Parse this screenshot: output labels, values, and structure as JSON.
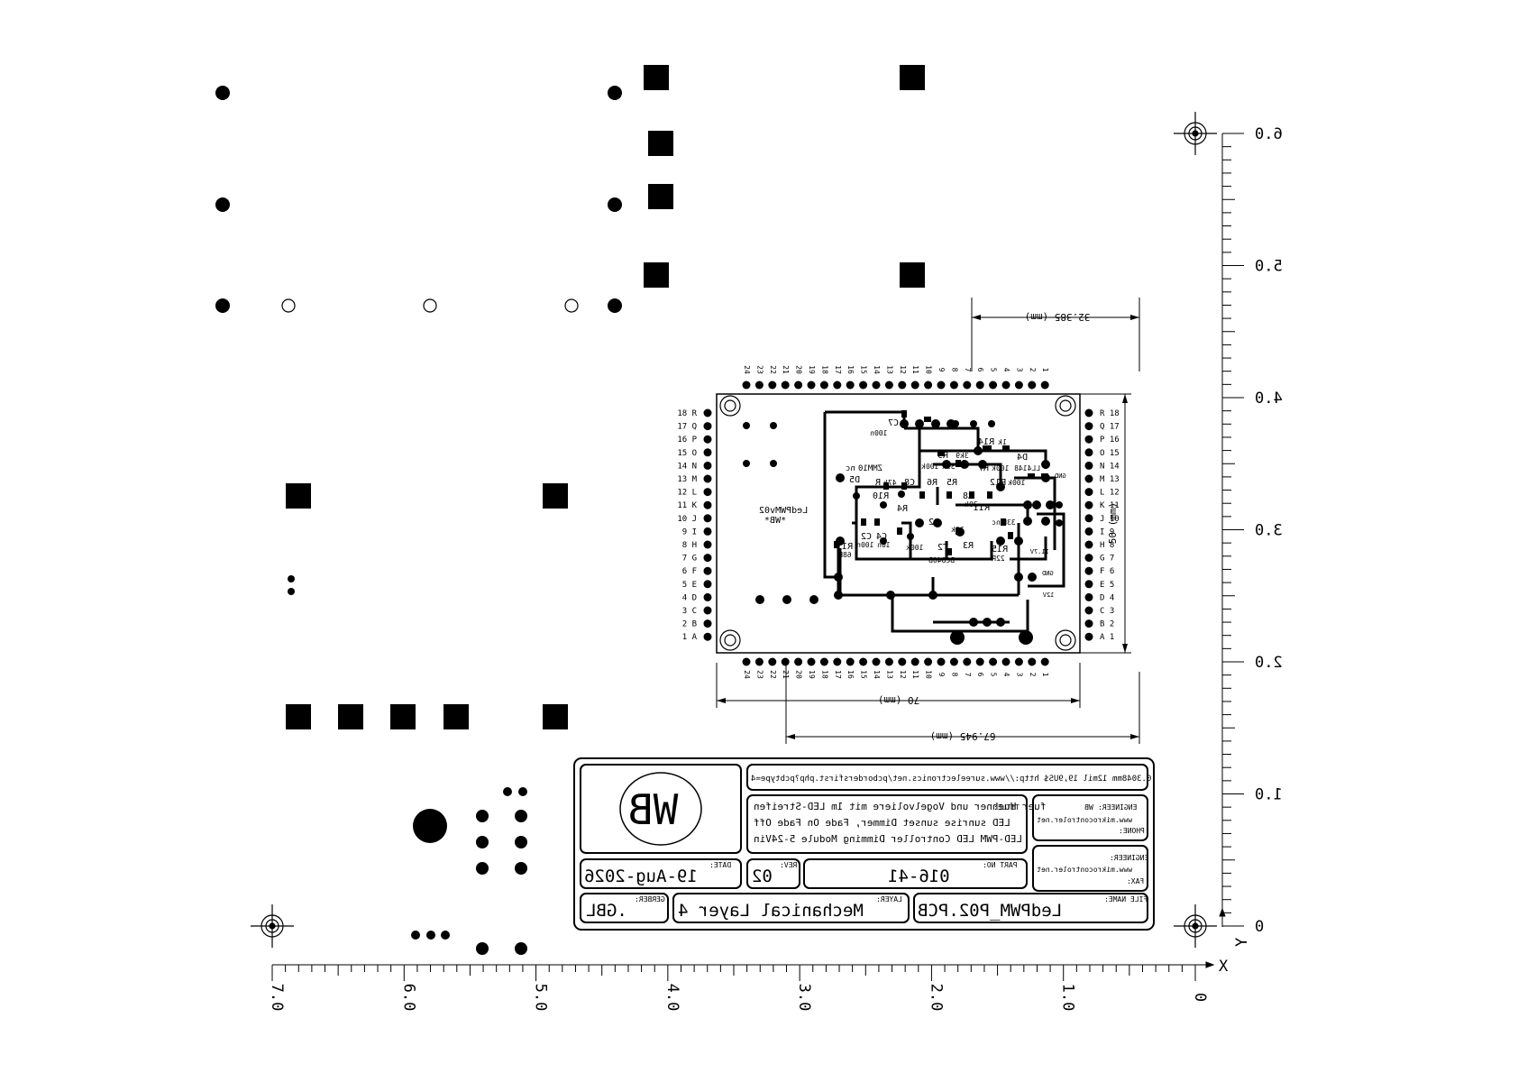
{
  "titleblock": {
    "url_line": "0.3048mm 12mil 19,9US$ http://www.sureelectronics.net/pcbordersfirst.php?pcbtype=4",
    "logo": "WB",
    "title_label": "TITLE:",
    "title_lines": [
      "fuer Huehner und Vogelvoliere mit 1m LED-Streifen",
      "LED sunrise sunset Dimmer, Fade On Fade Off",
      "LED-PWM LED Controller Dimming Module 5-24Vin"
    ],
    "engineer_label": "ENGINEER:",
    "engineer": "WB",
    "engineer_web": "www.mikrocontroler.net",
    "phone_label": "PHONE:",
    "engineer2_label": "ENGINEER:",
    "engineer2_web": "www.mikrocontroler.net",
    "fax_label": "FAX:",
    "date_label": "DATE:",
    "date": "19-Aug-2026",
    "rev_label": "REV:",
    "rev": "02",
    "partno_label": "PART NO:",
    "partno": "016-41",
    "gerber_label": "GERBER:",
    "gerber": ".GBL",
    "layer_label": "LAYER:",
    "layer": "Mechanical Layer 4",
    "filename_label": "FILE NAME:",
    "filename": "LedPWM_P02.PCB"
  },
  "dimensions": {
    "top": "32.385 (mm)",
    "width": "70 (mm)",
    "bottom": "67.945 (mm)",
    "height": "50 (mm)"
  },
  "axes": {
    "x_axis_letter": "X",
    "y_axis_letter": "Y",
    "x_labels": [
      "0",
      "1.0",
      "2.0",
      "3.0",
      "4.0",
      "5.0",
      "6.0",
      "7.0"
    ],
    "y_labels": [
      "0",
      "1.0",
      "2.0",
      "3.0",
      "4.0",
      "5.0",
      "6.0"
    ]
  },
  "board": {
    "name": "LedPWMv02",
    "sub": "*WB*",
    "components": [
      "C7",
      "100n",
      "R14",
      "1k",
      "D4",
      "R9",
      "3k9",
      "100k",
      "39k",
      "R7",
      "100k",
      "LL4148",
      "nc",
      "ZMM10",
      "D5",
      "R",
      "47k",
      "C8",
      "R6",
      "R5",
      "R12",
      "100k",
      "R10",
      "R4",
      "R8",
      "30k",
      "R11",
      "R2",
      "nc",
      "33R",
      "C2",
      "C4",
      "100n",
      "10n",
      "R3",
      "R15",
      "R13",
      "68R",
      "100k",
      "T2",
      "BC846B",
      "22R",
      "GND",
      "11.7V",
      "GND",
      "12V",
      "10k"
    ],
    "header_numbers": [
      "24",
      "23",
      "22",
      "21",
      "20",
      "19",
      "18",
      "17",
      "16",
      "15",
      "14",
      "13",
      "12",
      "11",
      "10",
      "9",
      "8",
      "7",
      "6",
      "5",
      "4",
      "3",
      "2",
      "1"
    ],
    "row_labels_left": [
      "18 R",
      "17 Q",
      "16 P",
      "15 O",
      "14 N",
      "13 M",
      "12 L",
      "11 K",
      "10 J",
      "9 I",
      "8 H",
      "7 G",
      "6 F",
      "5 E",
      "4 D",
      "3 C",
      "2 B",
      "1 A"
    ],
    "row_labels_right": [
      "R 18",
      "Q 17",
      "P 16",
      "O 15",
      "N 14",
      "M 13",
      "L 12",
      "K 11",
      "J 10",
      "I 9",
      "H 8",
      "G 7",
      "F 6",
      "E 5",
      "D 4",
      "C 3",
      "B 2",
      "A 1"
    ]
  }
}
